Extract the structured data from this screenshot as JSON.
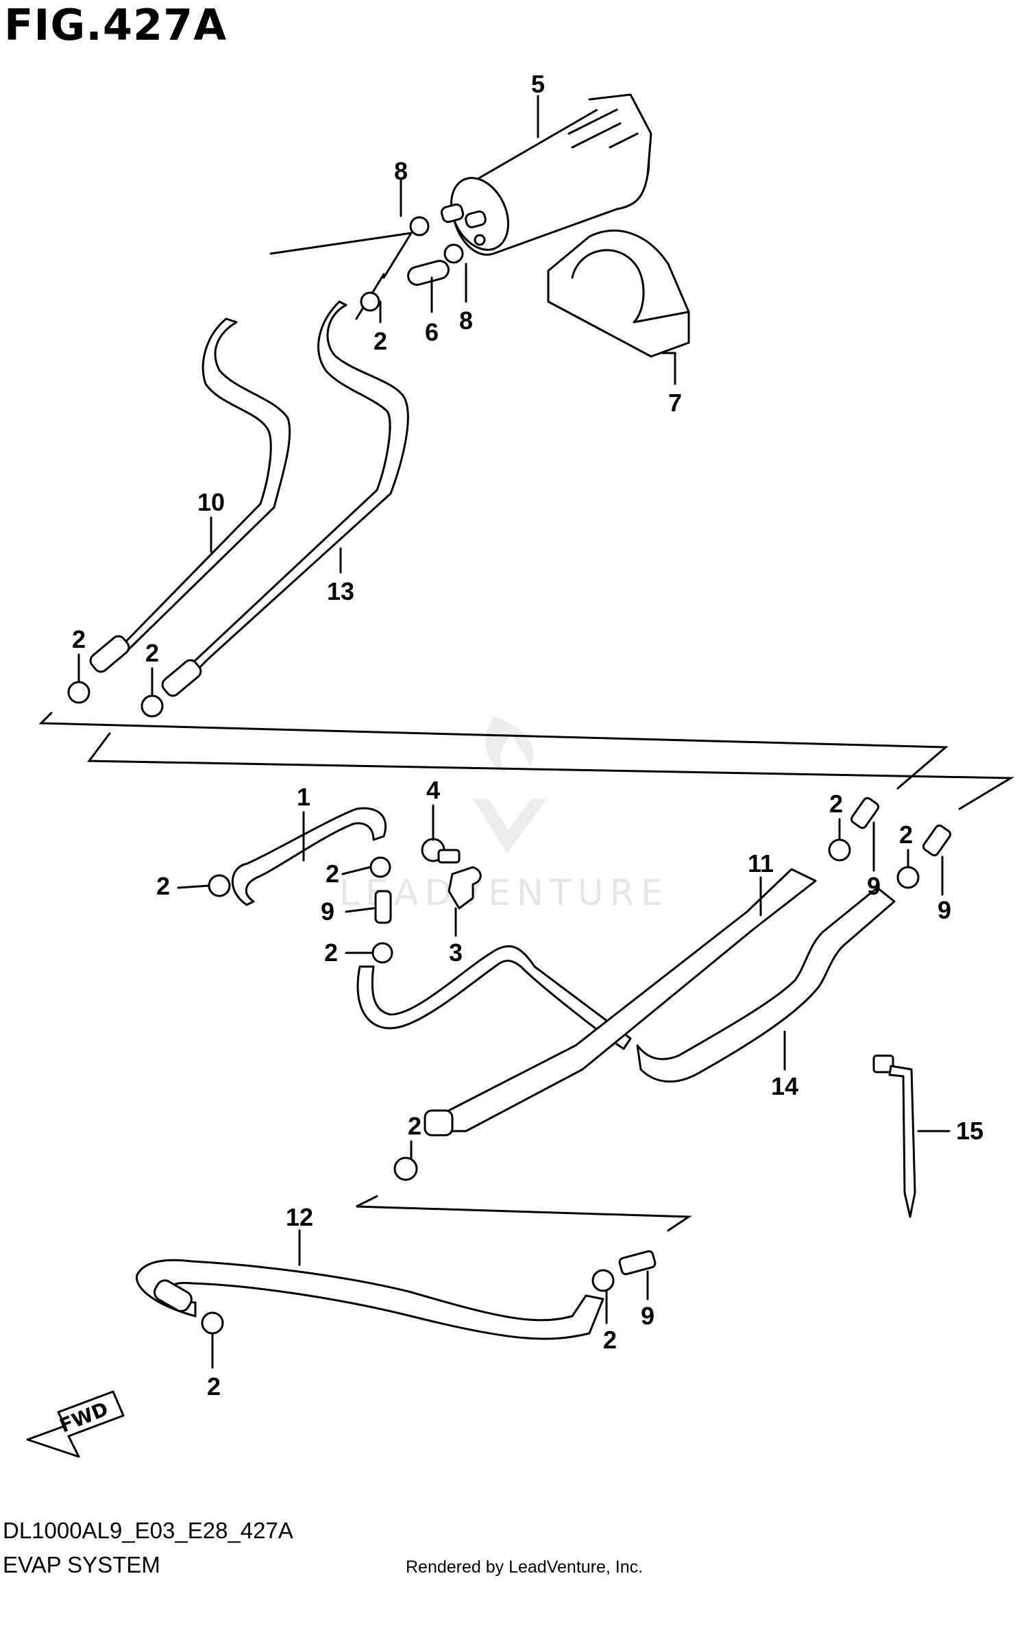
{
  "figure": {
    "title": "FIG.427A",
    "code": "DL1000AL9_E03_E28_427A",
    "section": "EVAP SYSTEM",
    "credit": "Rendered by LeadVenture, Inc.",
    "watermark": "LEADVENTURE",
    "fwd_label": "FWD"
  },
  "callouts": [
    {
      "id": "c-5",
      "label": "5"
    },
    {
      "id": "c-8a",
      "label": "8"
    },
    {
      "id": "c-8b",
      "label": "8"
    },
    {
      "id": "c-6",
      "label": "6"
    },
    {
      "id": "c-2a",
      "label": "2"
    },
    {
      "id": "c-7",
      "label": "7"
    },
    {
      "id": "c-10",
      "label": "10"
    },
    {
      "id": "c-13",
      "label": "13"
    },
    {
      "id": "c-2b",
      "label": "2"
    },
    {
      "id": "c-2c",
      "label": "2"
    },
    {
      "id": "c-1",
      "label": "1"
    },
    {
      "id": "c-4",
      "label": "4"
    },
    {
      "id": "c-2d",
      "label": "2"
    },
    {
      "id": "c-2e",
      "label": "2"
    },
    {
      "id": "c-9a",
      "label": "9"
    },
    {
      "id": "c-2f",
      "label": "2"
    },
    {
      "id": "c-3",
      "label": "3"
    },
    {
      "id": "c-11",
      "label": "11"
    },
    {
      "id": "c-2g",
      "label": "2"
    },
    {
      "id": "c-9b",
      "label": "9"
    },
    {
      "id": "c-2h",
      "label": "2"
    },
    {
      "id": "c-9c",
      "label": "9"
    },
    {
      "id": "c-14",
      "label": "14"
    },
    {
      "id": "c-15",
      "label": "15"
    },
    {
      "id": "c-2i",
      "label": "2"
    },
    {
      "id": "c-12",
      "label": "12"
    },
    {
      "id": "c-9d",
      "label": "9"
    },
    {
      "id": "c-2j",
      "label": "2"
    },
    {
      "id": "c-2k",
      "label": "2"
    }
  ]
}
